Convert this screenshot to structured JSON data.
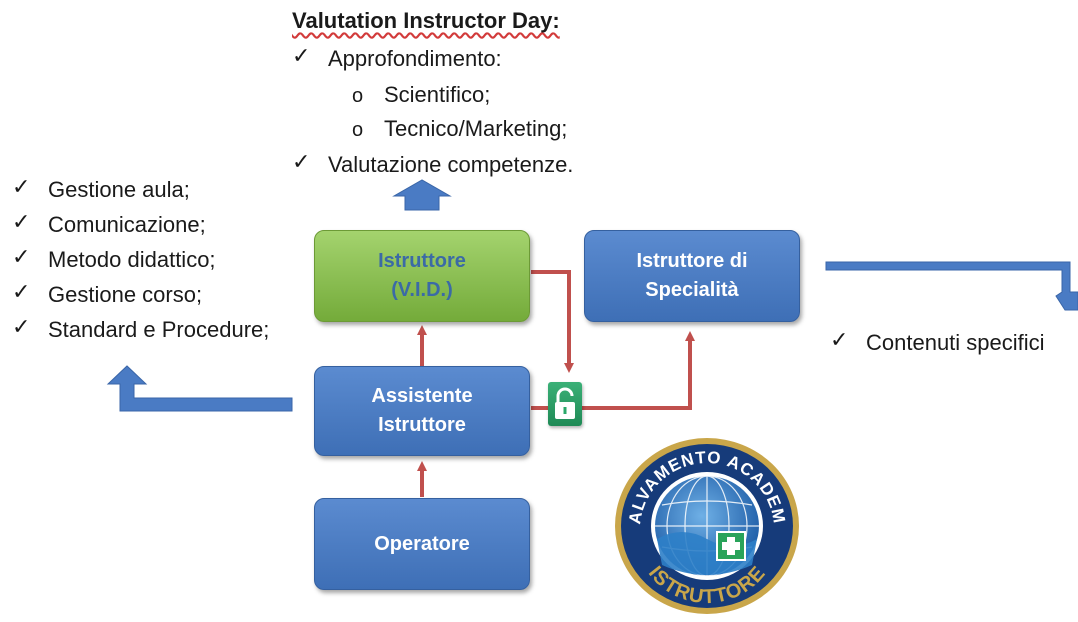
{
  "valutation": {
    "title": "Valutation Instructor Day:",
    "items": [
      {
        "check": "✓",
        "text": "Approfondimento:"
      },
      {
        "check": "✓",
        "text": "Valutazione competenze."
      }
    ],
    "subitems": [
      {
        "bullet": "o",
        "text": "Scientifico;"
      },
      {
        "bullet": "o",
        "text": "Tecnico/Marketing;"
      }
    ]
  },
  "left_list": {
    "items": [
      {
        "check": "✓",
        "text": "Gestione aula;"
      },
      {
        "check": "✓",
        "text": "Comunicazione;"
      },
      {
        "check": "✓",
        "text": "Metodo didattico;"
      },
      {
        "check": "✓",
        "text": "Gestione corso;"
      },
      {
        "check": "✓",
        "text": "Standard e Procedure;"
      }
    ]
  },
  "right_list": {
    "items": [
      {
        "check": "✓",
        "text": "Contenuti specifici"
      }
    ]
  },
  "boxes": {
    "istruttore": {
      "line1": "Istruttore",
      "line2": "(V.I.D.)"
    },
    "specialita": {
      "line1": "Istruttore di",
      "line2": "Specialità"
    },
    "assistente": {
      "line1": "Assistente",
      "line2": "Istruttore"
    },
    "operatore": {
      "line1": "Operatore"
    }
  },
  "badge": {
    "top_text": "SALVAMENTO ACADEMY",
    "bottom_text": "ISTRUTTORE"
  },
  "colors": {
    "box_blue": "#4a7bc4",
    "box_green": "#8fc05a",
    "arrow_blue": "#4a7bc4",
    "arrow_red": "#c0504d",
    "lock_green": "#2aa86a"
  },
  "icons": {
    "check": "check-icon",
    "lock": "lock-icon",
    "badge": "badge-logo"
  }
}
